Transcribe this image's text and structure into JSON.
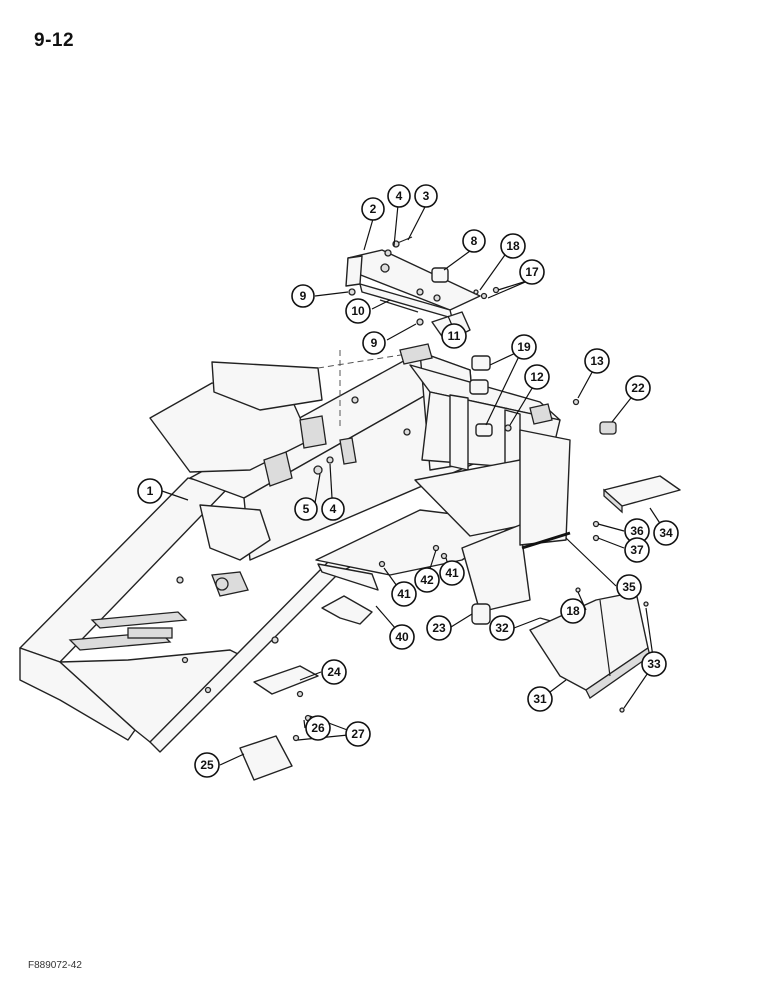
{
  "page": {
    "number": "9-12",
    "figure_code": "F889072-42"
  },
  "callouts": [
    {
      "id": "c1",
      "label": "1"
    },
    {
      "id": "c2",
      "label": "2"
    },
    {
      "id": "c3",
      "label": "3"
    },
    {
      "id": "c4a",
      "label": "4"
    },
    {
      "id": "c4b",
      "label": "4"
    },
    {
      "id": "c5",
      "label": "5"
    },
    {
      "id": "c8",
      "label": "8"
    },
    {
      "id": "c9a",
      "label": "9"
    },
    {
      "id": "c9b",
      "label": "9"
    },
    {
      "id": "c10",
      "label": "10"
    },
    {
      "id": "c11",
      "label": "11"
    },
    {
      "id": "c12",
      "label": "12"
    },
    {
      "id": "c13",
      "label": "13"
    },
    {
      "id": "c17",
      "label": "17"
    },
    {
      "id": "c18a",
      "label": "18"
    },
    {
      "id": "c18b",
      "label": "18"
    },
    {
      "id": "c19",
      "label": "19"
    },
    {
      "id": "c22",
      "label": "22"
    },
    {
      "id": "c23",
      "label": "23"
    },
    {
      "id": "c24",
      "label": "24"
    },
    {
      "id": "c25",
      "label": "25"
    },
    {
      "id": "c26",
      "label": "26"
    },
    {
      "id": "c27",
      "label": "27"
    },
    {
      "id": "c31",
      "label": "31"
    },
    {
      "id": "c32",
      "label": "32"
    },
    {
      "id": "c33",
      "label": "33"
    },
    {
      "id": "c34",
      "label": "34"
    },
    {
      "id": "c35",
      "label": "35"
    },
    {
      "id": "c36",
      "label": "36"
    },
    {
      "id": "c37",
      "label": "37"
    },
    {
      "id": "c40",
      "label": "40"
    },
    {
      "id": "c41a",
      "label": "41"
    },
    {
      "id": "c41b",
      "label": "41"
    },
    {
      "id": "c42",
      "label": "42"
    }
  ]
}
